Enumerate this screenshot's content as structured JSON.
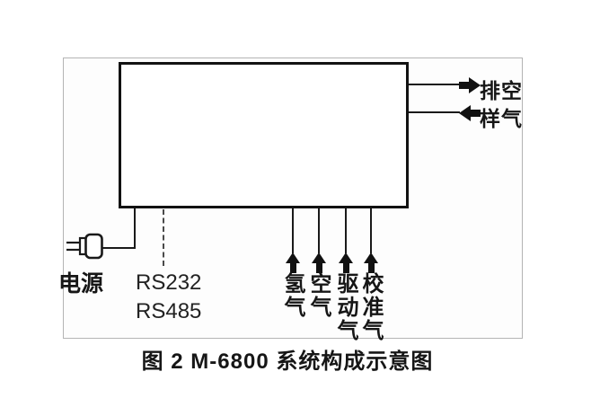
{
  "caption": "图 2 M-6800 系统构成示意图",
  "outputs": [
    {
      "label": "排空",
      "direction": "right"
    },
    {
      "label": "样气",
      "direction": "left"
    }
  ],
  "power_label": "电源",
  "comm_labels": [
    "RS232",
    "RS485"
  ],
  "gas_inputs": [
    "氢气",
    "空气",
    "驱动气",
    "校准气"
  ],
  "colors": {
    "line": "#1a1a1a",
    "box_border": "#121212",
    "frame_border": "#b4b4b4",
    "text": "#161616"
  }
}
